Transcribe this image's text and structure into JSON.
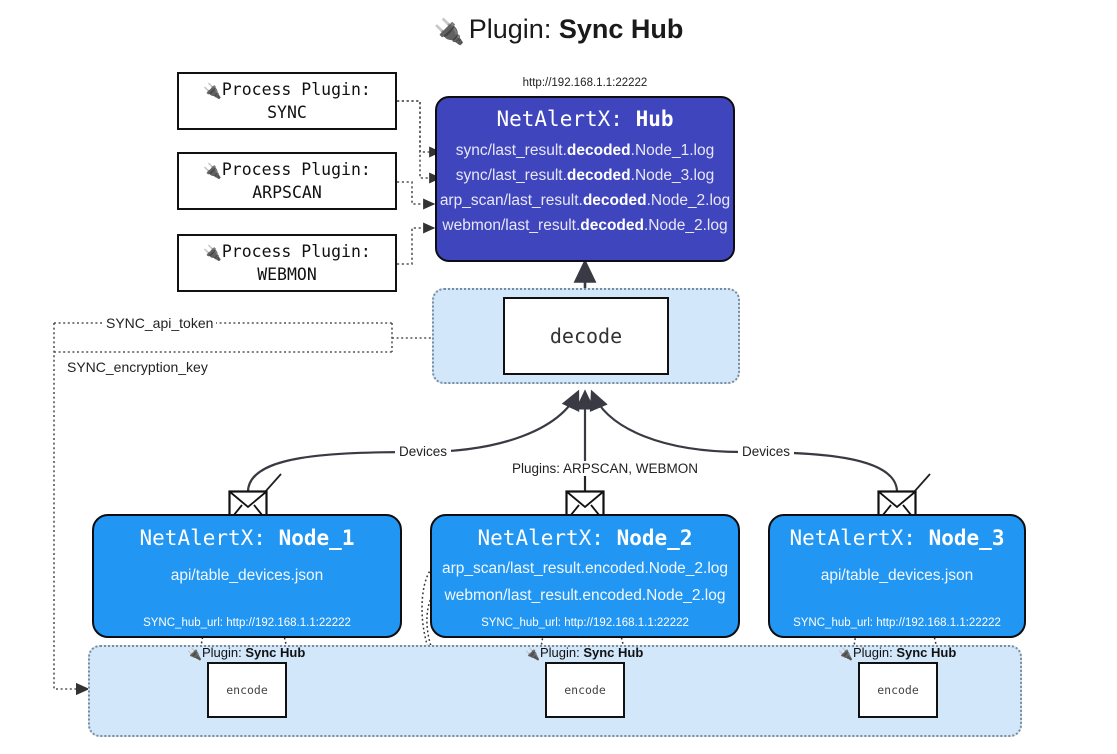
{
  "title": {
    "icon": "plug-icon",
    "prefix": "Plugin:",
    "name": "Sync Hub"
  },
  "process_plugins": [
    {
      "icon": "plug-icon",
      "label": "Process Plugin:",
      "plugin": "SYNC"
    },
    {
      "icon": "plug-icon",
      "label": "Process Plugin:",
      "plugin": "ARPSCAN"
    },
    {
      "icon": "plug-icon",
      "label": "Process Plugin:",
      "plugin": "WEBMON"
    }
  ],
  "hub": {
    "url": "http://192.168.1.1:22222",
    "app": "NetAlertX:",
    "name": "Hub",
    "logs": [
      {
        "pre": "sync/last_result.",
        "em": "decoded",
        "post": ".Node_1.log"
      },
      {
        "pre": "sync/last_result.",
        "em": "decoded",
        "post": ".Node_3.log"
      },
      {
        "pre": "arp_scan/last_result.",
        "em": "decoded",
        "post": ".Node_2.log"
      },
      {
        "pre": "webmon/last_result.",
        "em": "decoded",
        "post": ".Node_2.log"
      }
    ]
  },
  "decode": {
    "label": "decode"
  },
  "secrets": {
    "api_token": "SYNC_api_token",
    "encryption_key": "SYNC_encryption_key"
  },
  "edges": {
    "devices_left": "Devices",
    "devices_right": "Devices",
    "plugins_center": "Plugins: ARPSCAN, WEBMON"
  },
  "nodes": [
    {
      "app": "NetAlertX:",
      "name": "Node_1",
      "lines": [
        "api/table_devices.json"
      ],
      "hub_url": "SYNC_hub_url: http://192.168.1.1:22222",
      "icon": "envelope-icon"
    },
    {
      "app": "NetAlertX:",
      "name": "Node_2",
      "lines": [
        "arp_scan/last_result.encoded.Node_2.log",
        "webmon/last_result.encoded.Node_2.log"
      ],
      "hub_url": "SYNC_hub_url: http://192.168.1.1:22222",
      "icon": "envelope-icon"
    },
    {
      "app": "NetAlertX:",
      "name": "Node_3",
      "lines": [
        "api/table_devices.json"
      ],
      "hub_url": "SYNC_hub_url: http://192.168.1.1:22222",
      "icon": "envelope-icon"
    }
  ],
  "encoders": [
    {
      "icon": "plug-icon",
      "prefix": "Plugin:",
      "name": "Sync Hub",
      "box": "encode"
    },
    {
      "icon": "plug-icon",
      "prefix": "Plugin:",
      "name": "Sync Hub",
      "box": "encode"
    },
    {
      "icon": "plug-icon",
      "prefix": "Plugin:",
      "name": "Sync Hub",
      "box": "encode"
    }
  ],
  "colors": {
    "hub_fill": "#3f45bd",
    "node_fill": "#2196f3",
    "group_fill": "#d3e7fa",
    "stroke": "#111111"
  }
}
